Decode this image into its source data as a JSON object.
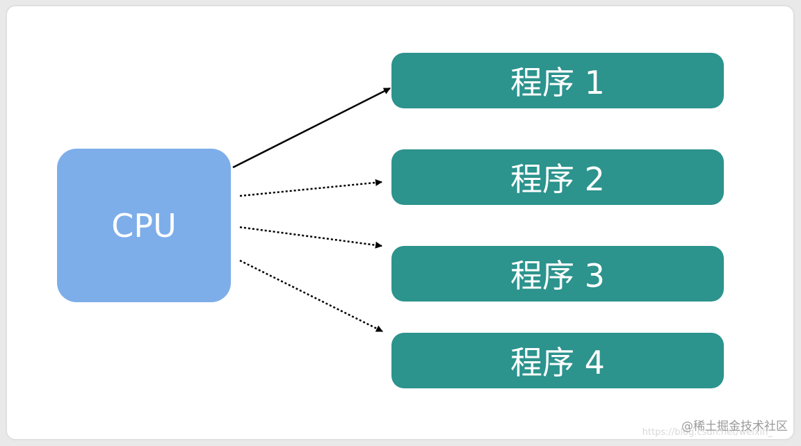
{
  "diagram": {
    "cpu_label": "CPU",
    "programs": [
      "程序 1",
      "程序 2",
      "程序 3",
      "程序 4"
    ],
    "connections": [
      {
        "from": "CPU",
        "to": "程序 1",
        "style": "solid"
      },
      {
        "from": "CPU",
        "to": "程序 2",
        "style": "dotted"
      },
      {
        "from": "CPU",
        "to": "程序 3",
        "style": "dotted"
      },
      {
        "from": "CPU",
        "to": "程序 4",
        "style": "dotted"
      }
    ]
  },
  "watermark": {
    "text": "@稀土掘金技术社区",
    "url": "https://blog.csdn.net/weixin_"
  },
  "colors": {
    "cpu": "#7daeea",
    "program": "#2c938d",
    "arrow": "#000000"
  }
}
